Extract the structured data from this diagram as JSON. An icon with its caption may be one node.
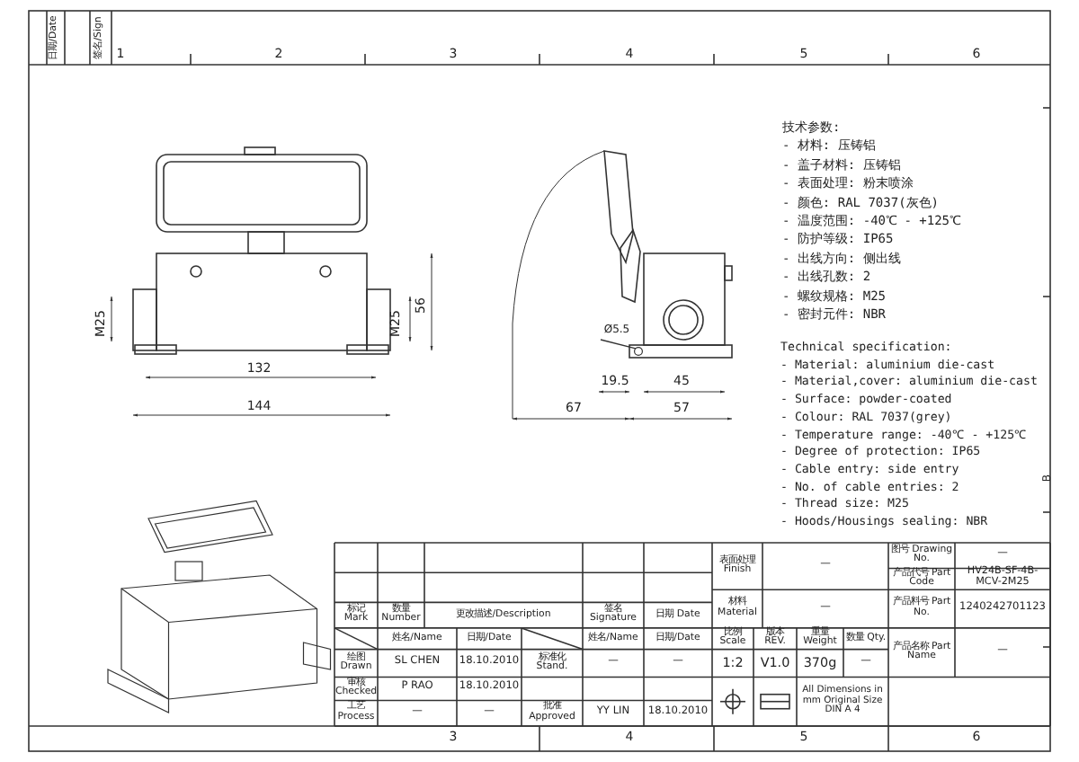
{
  "diagram": {
    "nodes": [
      {
        "text": [
          "Ø5.5"
        ]
      },
      {
        "text": [],
        "shape": "circle"
      }
    ],
    "edges": [
      {
        "from": 0,
        "to": 1,
        "arrow": "none"
      }
    ],
    "labels": [
      "日期/Date",
      "签名/Sign",
      "1",
      "2",
      "3",
      "4",
      "5",
      "6",
      "3",
      "4",
      "5",
      "6",
      "B",
      "M25",
      "M25",
      "56",
      "132",
      "144",
      "19.5",
      "45",
      "67",
      "57",
      "技术参数:",
      "- 材料: 压铸铝",
      "- 盖子材料: 压铸铝",
      "- 表面处理: 粉末喷涂",
      "- 颜色: RAL 7037(灰色)",
      "- 温度范围: -40℃ - +125℃",
      "- 防护等级: IP65",
      "- 出线方向: 侧出线",
      "- 出线孔数: 2",
      "- 螺纹规格: M25",
      "- 密封元件: NBR",
      "Technical specification:",
      "- Material: aluminium die-cast",
      "- Material,cover: aluminium die-cast",
      "- Surface: powder-coated",
      "- Colour: RAL 7037(grey)",
      "- Temperature range: -40℃ - +125℃",
      "- Degree of protection: IP65",
      "- Cable entry: side entry",
      "- No. of cable entries: 2",
      "- Thread size: M25",
      "- Hoods/Housings sealing: NBR",
      "表面处理 Finish",
      "—",
      "图号 Drawing No.",
      "—",
      "产品代号 Part Code",
      "HV24B-SF-4B-MCV-2M25",
      "标记 Mark",
      "数量 Number",
      "更改描述/Description",
      "签名 Signature",
      "日期 Date",
      "材料 Material",
      "—",
      "产品料号 Part No.",
      "1240242701123",
      "姓名/Name",
      "日期/Date",
      "姓名/Name",
      "日期/Date",
      "比例 Scale",
      "版本 REV.",
      "重量 Weight",
      "数量 Qty.",
      "产品名称 Part Name",
      "—",
      "绘图 Drawn",
      "SL CHEN",
      "18.10.2010",
      "标准化 Stand.",
      "—",
      "—",
      "1:2",
      "V1.0",
      "370g",
      "—",
      "审核 Checked",
      "P RAO",
      "18.10.2010",
      "All Dimensions in mm Original Size DIN A 4",
      "工艺 Process",
      "—",
      "—",
      "批准 Approved",
      "YY LIN",
      "18.10.2010"
    ]
  }
}
